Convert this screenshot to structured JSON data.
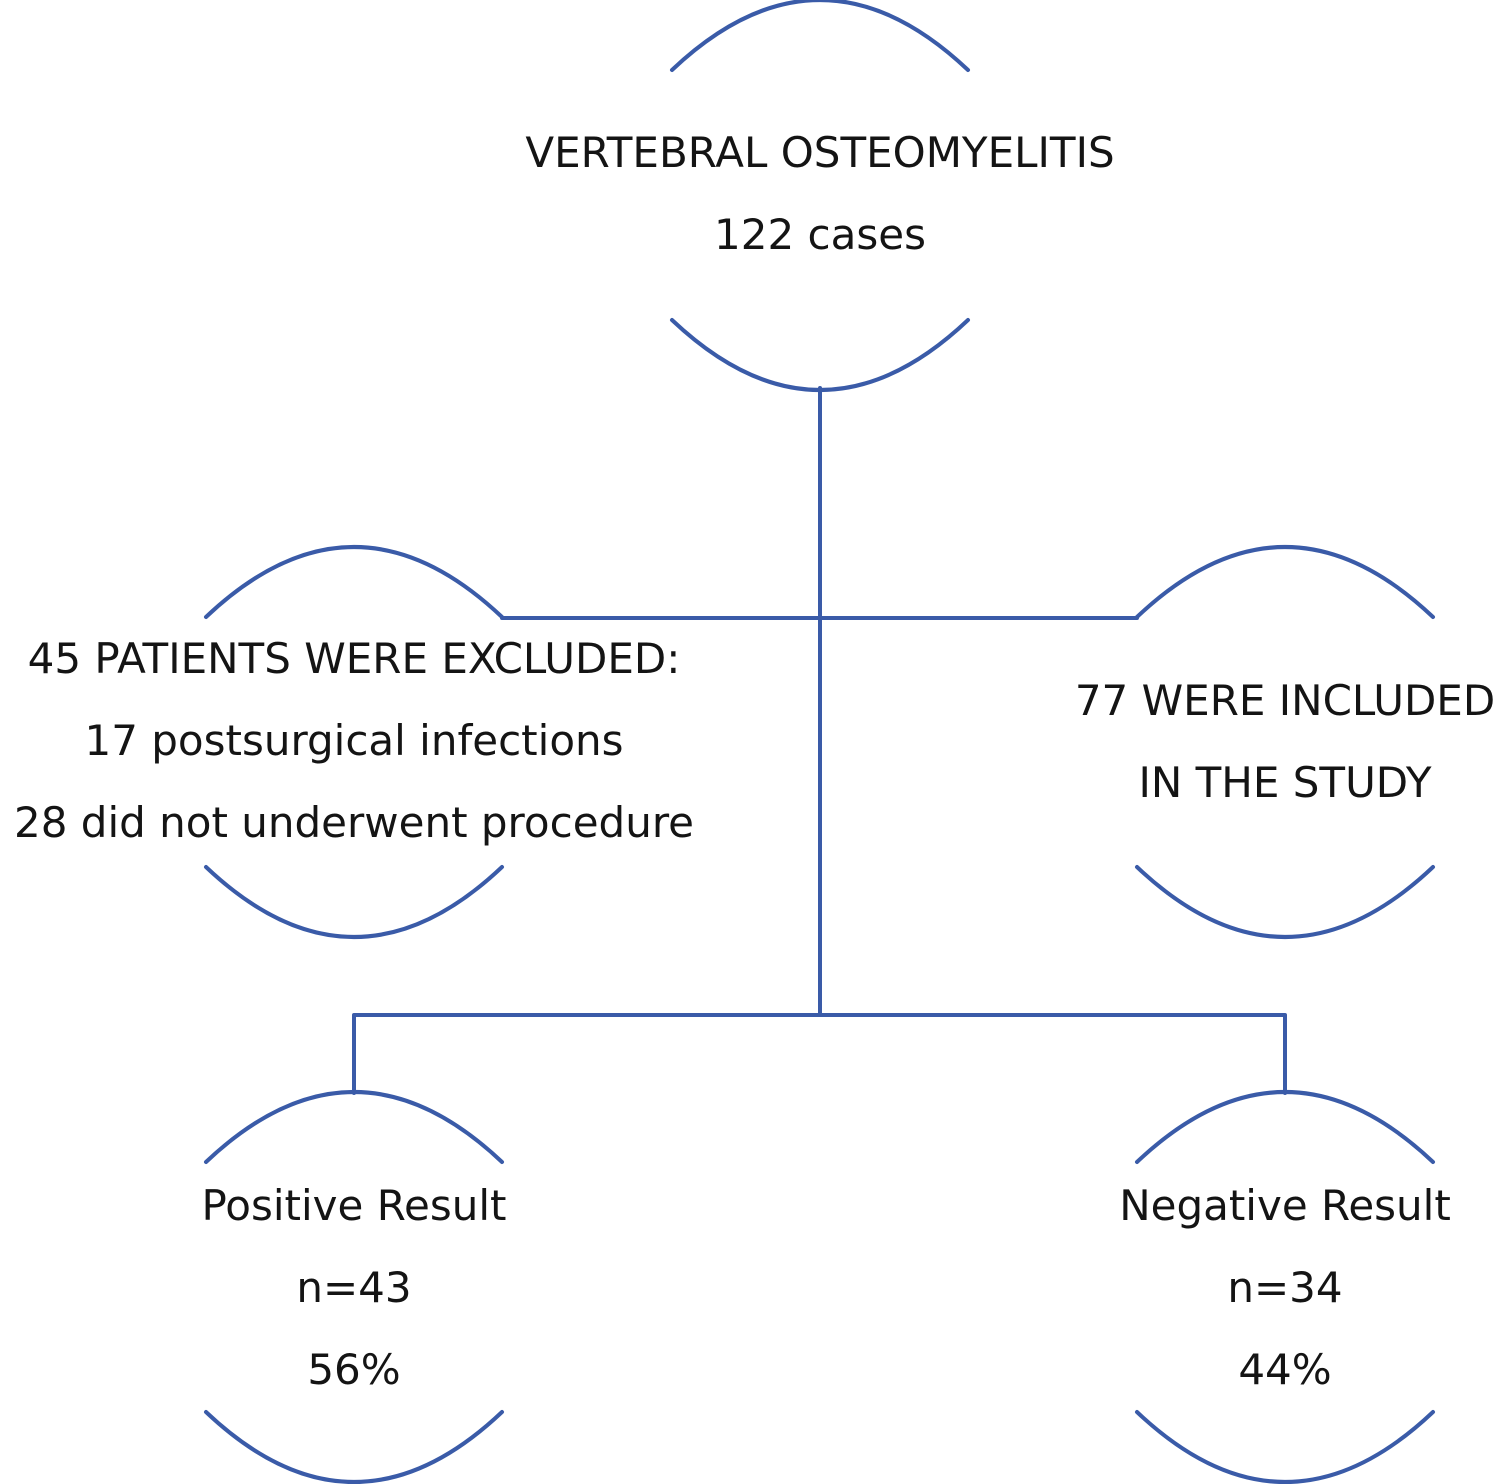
{
  "colors": {
    "line": "#3a5ba8",
    "text": "#141414",
    "background": "#ffffff"
  },
  "nodes": {
    "root": {
      "title": "VERTEBRAL OSTEOMYELITIS",
      "count": "122 cases"
    },
    "excluded": {
      "title": "45 PATIENTS WERE EXCLUDED:",
      "detail1": "17 postsurgical infections",
      "detail2": "28 did not underwent procedure"
    },
    "included": {
      "line1": "77 WERE INCLUDED",
      "line2": "IN THE STUDY"
    },
    "positive": {
      "label": "Positive Result",
      "n": "n=43",
      "percent": "56%"
    },
    "negative": {
      "label": "Negative Result",
      "n": "n=34",
      "percent": "44%"
    }
  }
}
